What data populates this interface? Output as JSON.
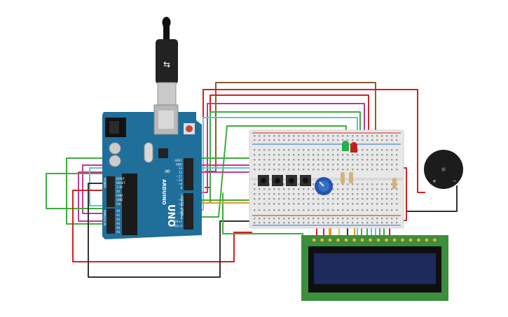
{
  "arduino": {
    "logo": "∞",
    "brand": "ARDUINO",
    "model": "UNO",
    "header_labels": {
      "power": [
        "IOREF",
        "RESET",
        "3.3V",
        "5V",
        "GND",
        "GND",
        "Vin"
      ],
      "analog": [
        "A0",
        "A1",
        "A2",
        "A3",
        "A4",
        "A5"
      ],
      "digital_top": [
        "AREF",
        "GND",
        "13",
        "12",
        "~11",
        "~10",
        "~9",
        "8"
      ],
      "digital_bottom": [
        "7",
        "~6",
        "~5",
        "4",
        "~3",
        "2",
        "TX→1",
        "RX←0"
      ],
      "section_power": "POWER",
      "section_analog": "ANALOG IN",
      "section_digital": "DIGITAL (PWM~)"
    }
  },
  "buzzer": {
    "pin_plus": "+",
    "pin_minus": "−"
  },
  "lcd": {
    "pin_count": 16
  },
  "colors": {
    "board": "#1f6f9a",
    "wire_red": "#d32020",
    "wire_green": "#3cad3c",
    "wire_magenta": "#c2388f",
    "wire_brown": "#8b5a2b",
    "wire_cyan": "#5fc3d6",
    "wire_orange": "#e89a1f",
    "wire_yellow": "#e3c419",
    "wire_black": "#333333",
    "lcd_pcb": "#3c8f3c",
    "lcd_screen": "#1d2a5c"
  }
}
